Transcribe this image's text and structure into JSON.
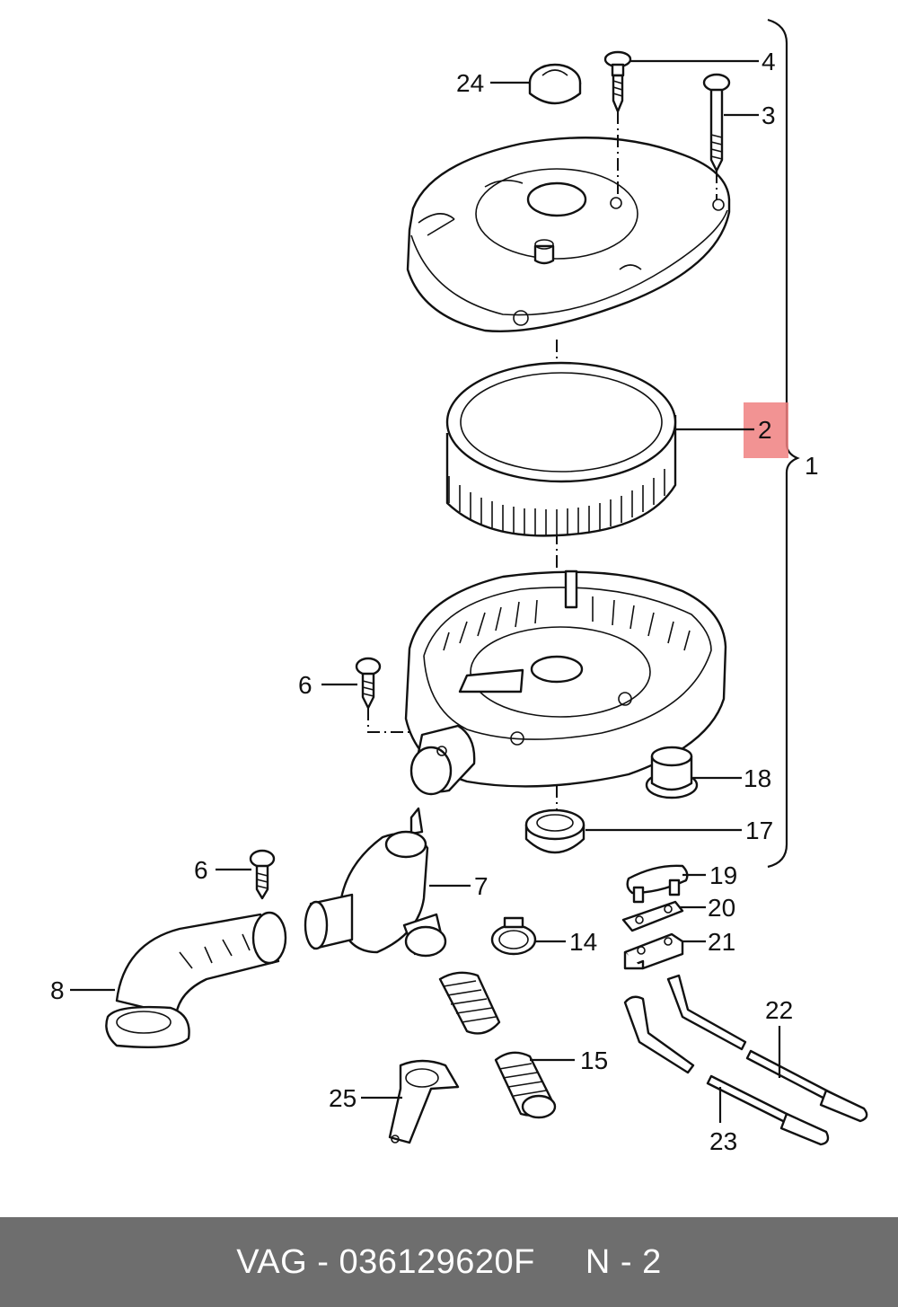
{
  "diagram": {
    "highlight_color": "#f08080",
    "callouts": {
      "c1": "1",
      "c2": "2",
      "c3": "3",
      "c4": "4",
      "c6a": "6",
      "c6b": "6",
      "c7": "7",
      "c8": "8",
      "c14": "14",
      "c15": "15",
      "c17": "17",
      "c18": "18",
      "c19": "19",
      "c20": "20",
      "c21": "21",
      "c22": "22",
      "c23": "23",
      "c24": "24",
      "c25": "25"
    }
  },
  "footer": {
    "part_text": "VAG - 036129620F",
    "position_text": "N - 2",
    "background": "#6e6e6e"
  }
}
